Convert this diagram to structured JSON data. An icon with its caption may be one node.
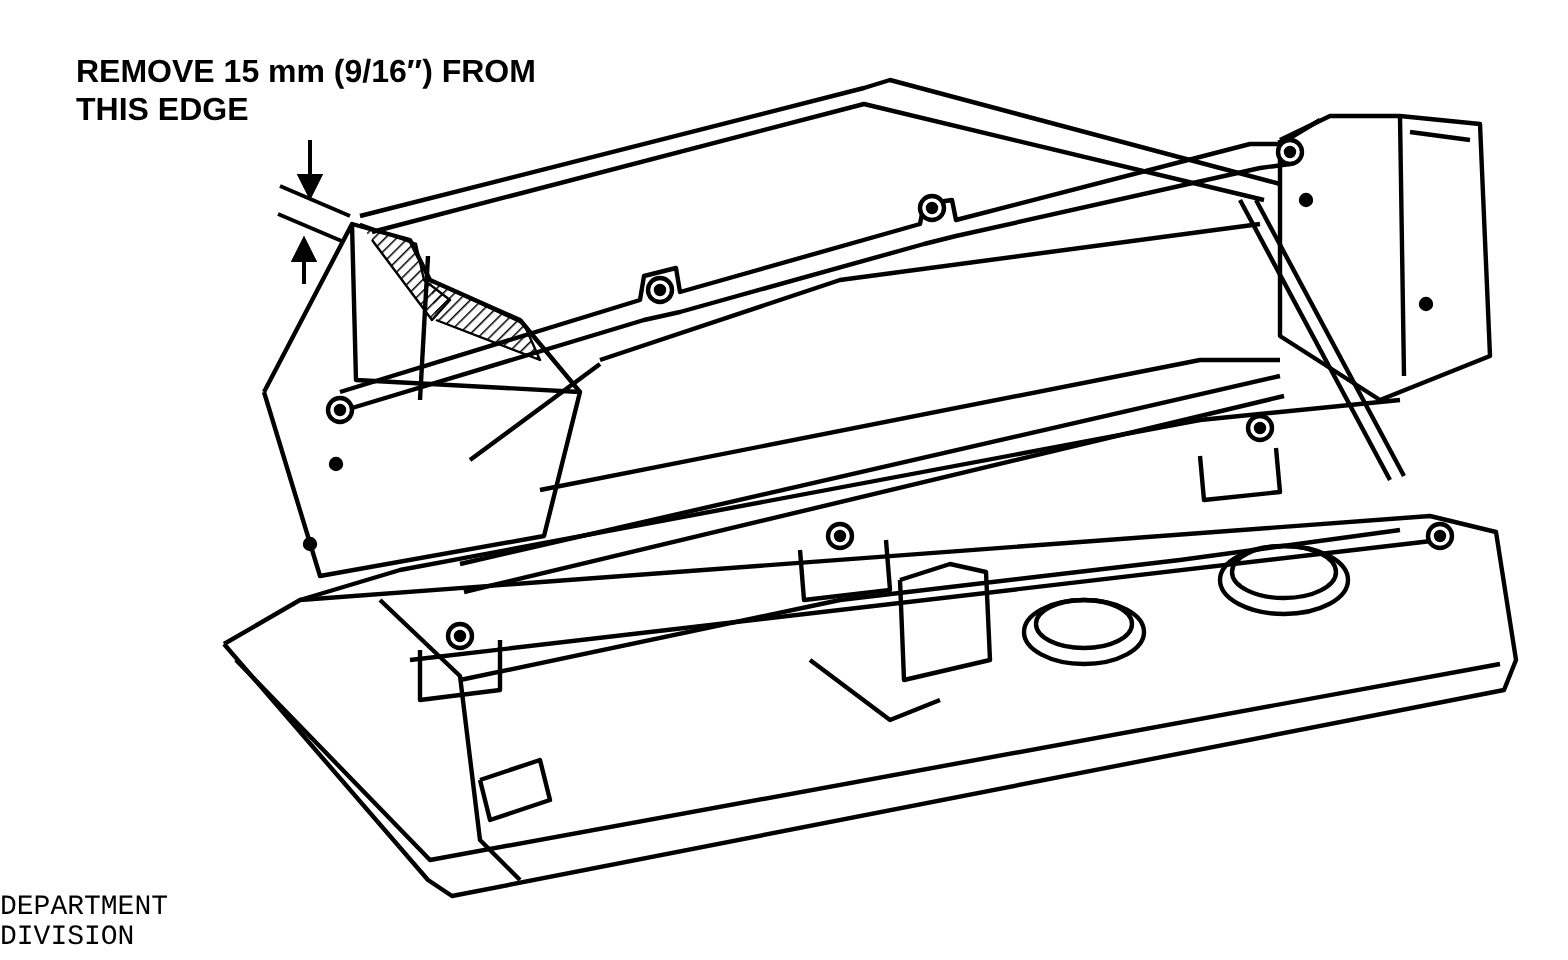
{
  "diagram": {
    "labels": [
      "REMOVE 15 mm (9/16″) FROM THIS EDGE",
      "DEPARTMENT",
      "DIVISION"
    ]
  }
}
